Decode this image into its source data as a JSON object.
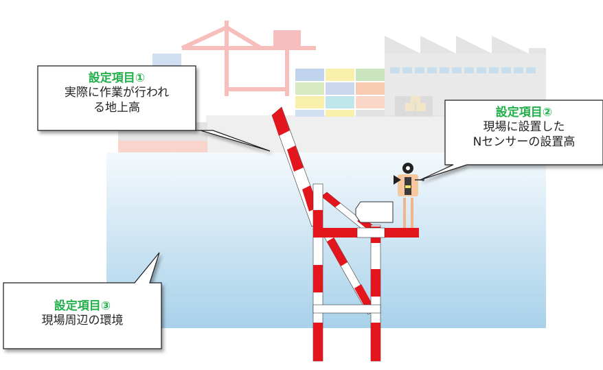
{
  "colors": {
    "title": "#22b04a",
    "crane_red": "#e3161e",
    "water_top": "#f3f8fc",
    "water_bottom": "#a9d2ea",
    "callout_border": "#1a1a1a"
  },
  "callouts": [
    {
      "title": "設定項目①",
      "lines": [
        "実際に作業が行われ",
        "る地上高"
      ]
    },
    {
      "title": "設定項目②",
      "lines": [
        "現場に設置した",
        "Nセンサーの設置高"
      ]
    },
    {
      "title": "設定項目③",
      "lines": [
        "現場周辺の環境"
      ]
    }
  ],
  "icons": {
    "sensor": "anemometer-sensor-icon",
    "crane": "gantry-crane-icon",
    "ship": "container-ship-icon",
    "factory": "factory-building-icon"
  }
}
